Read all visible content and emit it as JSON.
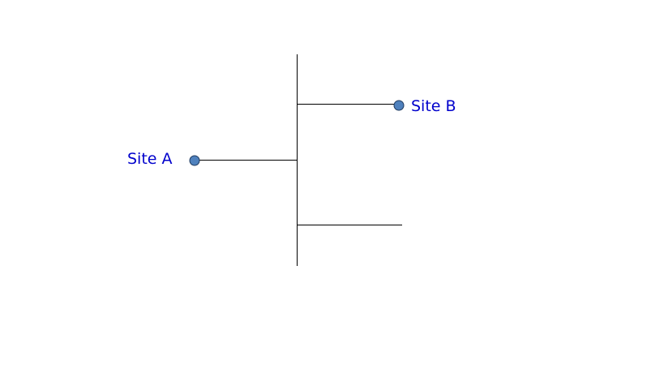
{
  "diagram": {
    "sites": [
      {
        "id": "site-a",
        "label": "Site A"
      },
      {
        "id": "site-b",
        "label": "Site B"
      }
    ],
    "colors": {
      "label_text": "#0000cc",
      "site_marker": "#4f81bd",
      "site_marker_border": "#1f3a5f",
      "lines": "#000000",
      "background": "#ffffff"
    }
  }
}
